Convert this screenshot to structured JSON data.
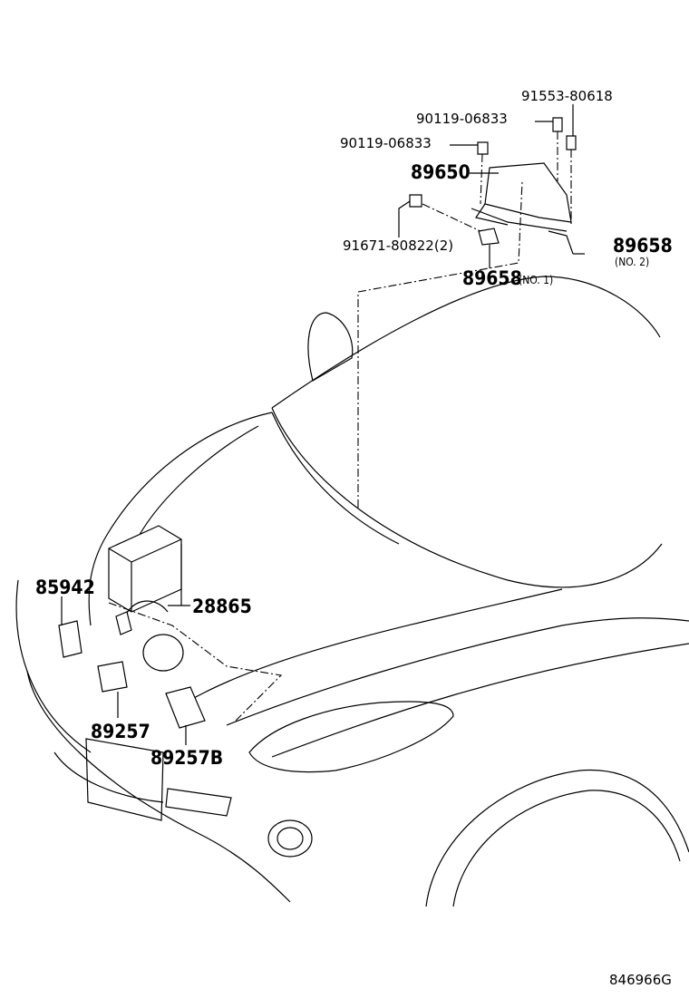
{
  "diagram": {
    "callouts": {
      "p91553": "91553-80618",
      "p90119a": "90119-06833",
      "p90119b": "90119-06833",
      "p89650": "89650",
      "p91671": "91671-80822(2)",
      "p89658_2": "89658",
      "p89658_2_note": "(NO. 2)",
      "p89658_1": "89658",
      "p89658_1_note": "(NO. 1)",
      "p85942": "85942",
      "p28865": "28865",
      "p89257": "89257",
      "p89257B": "89257B"
    },
    "figure_code": "846966G"
  }
}
